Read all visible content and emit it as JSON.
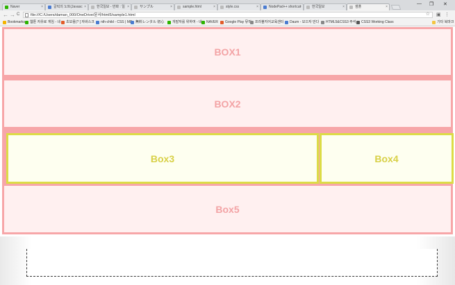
{
  "tabs": [
    {
      "label": "Naver",
      "color": "#2db400"
    },
    {
      "label": "갈릭의 노트(Javasc",
      "color": "#4a7bd0"
    },
    {
      "label": "한국일보 - 만화 : 일",
      "color": "#888888"
    },
    {
      "label": "サンプル",
      "color": "#888888"
    },
    {
      "label": "sample.html",
      "color": "#888888"
    },
    {
      "label": "style.css",
      "color": "#888888"
    },
    {
      "label": "NodePad++ shortcut",
      "color": "#4a7bd0"
    },
    {
      "label": "한국일보",
      "color": "#888888"
    },
    {
      "label": "샘플",
      "color": "#888888"
    }
  ],
  "window_controls": {
    "minimize": "—",
    "maximize": "❐",
    "close": "✕"
  },
  "nav": {
    "back": "←",
    "forward": "→",
    "reload": "C"
  },
  "address": {
    "url": "file:///C:/Users/daman_000/OneDrive/문서/html5/sample1.html"
  },
  "bookmarks": [
    {
      "label": "Bookmarks",
      "color": "#f4b400"
    },
    {
      "label": "웹툰 자유로 게임 - 네",
      "color": "#2db400"
    },
    {
      "label": "초보용(? [ 자바스크",
      "color": "#e25c2a"
    },
    {
      "label": "nth-child - CSS | MD",
      "color": "#4a7bd0"
    },
    {
      "label": "無料レンタル 初心",
      "color": "#4a7bd0"
    },
    {
      "label": "개발자를 위하여 - 네",
      "color": "#2db400"
    },
    {
      "label": "NAVER",
      "color": "#2db400"
    },
    {
      "label": "Google Play 뮤직",
      "color": "#e25c2a"
    },
    {
      "label": "프라블지어교육센터",
      "color": "#888888"
    },
    {
      "label": "Daum - 모으자 만다",
      "color": "#4a7bd0"
    },
    {
      "label": "HTML5&CSS3 주석 -",
      "color": "#888888"
    },
    {
      "label": "CSS3 Working Class",
      "color": "#555555"
    }
  ],
  "other_bookmarks": "기타 북마크",
  "boxes": {
    "box1": "BOX1",
    "box2": "BOX2",
    "box3": "Box3",
    "box4": "Box4",
    "box5": "Box5"
  },
  "colors": {
    "pink_border": "#f7a6a8",
    "pink_bg": "#fff0f0",
    "yellow_border": "#dcdc46",
    "yellow_bg": "#fefff0"
  }
}
